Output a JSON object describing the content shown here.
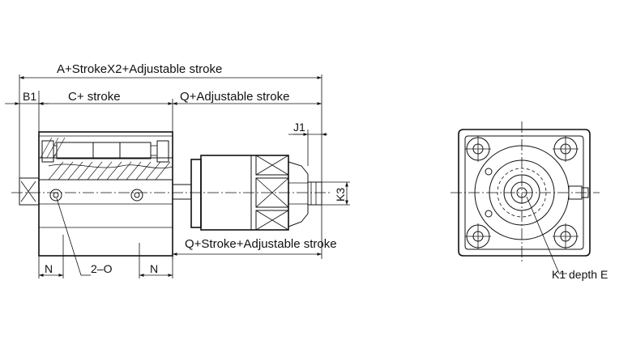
{
  "labels": {
    "overall_length": "A+StrokeX2+Adjustable stroke",
    "b1": "B1",
    "c_stroke": "C+ stroke",
    "q_adjustable": "Q+Adjustable stroke",
    "j1": "J1",
    "k3": "K3",
    "q_stroke_adjustable": "Q+Stroke+Adjustable stroke",
    "n_left": "N",
    "ports": "2–O",
    "n_right": "N",
    "k1_depth": "K1 depth E"
  }
}
